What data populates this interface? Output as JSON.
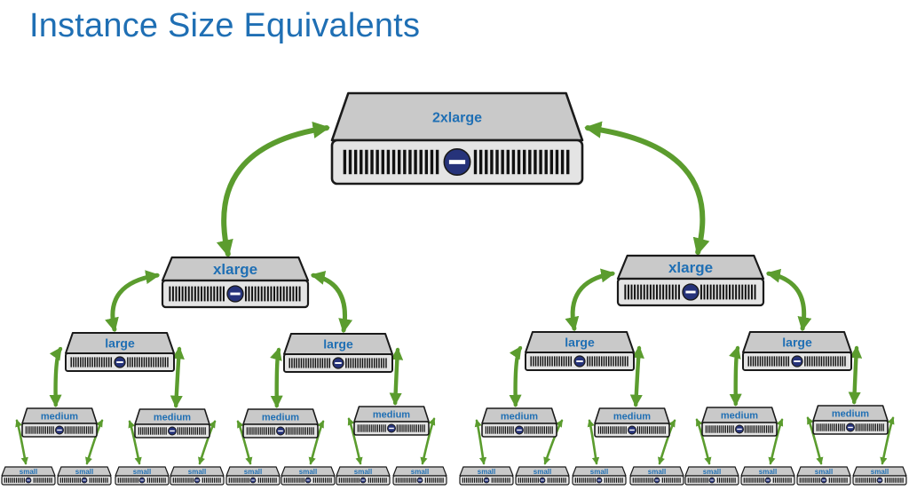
{
  "title": "Instance Size Equivalents",
  "colors": {
    "title": "#1f6fb4",
    "label": "#1f6fb4",
    "arrow": "#5b9c2e",
    "server_top": "#c9c9c9",
    "server_front": "#e4e4e4",
    "outline": "#1a1a1a"
  },
  "icons": [
    "server-icon",
    "double-arrow-icon",
    "power-button-icon"
  ],
  "tree": {
    "label": "2xlarge",
    "children": [
      {
        "label": "xlarge",
        "children": [
          {
            "label": "large",
            "children": [
              {
                "label": "medium",
                "children": [
                  {
                    "label": "small"
                  },
                  {
                    "label": "small"
                  }
                ]
              },
              {
                "label": "medium",
                "children": [
                  {
                    "label": "small"
                  },
                  {
                    "label": "small"
                  }
                ]
              }
            ]
          },
          {
            "label": "large",
            "children": [
              {
                "label": "medium",
                "children": [
                  {
                    "label": "small"
                  },
                  {
                    "label": "small"
                  }
                ]
              },
              {
                "label": "medium",
                "children": [
                  {
                    "label": "small"
                  },
                  {
                    "label": "small"
                  }
                ]
              }
            ]
          }
        ]
      },
      {
        "label": "xlarge",
        "children": [
          {
            "label": "large",
            "children": [
              {
                "label": "medium",
                "children": [
                  {
                    "label": "small"
                  },
                  {
                    "label": "small"
                  }
                ]
              },
              {
                "label": "medium",
                "children": [
                  {
                    "label": "small"
                  },
                  {
                    "label": "small"
                  }
                ]
              }
            ]
          },
          {
            "label": "large",
            "children": [
              {
                "label": "medium",
                "children": [
                  {
                    "label": "small"
                  },
                  {
                    "label": "small"
                  }
                ]
              },
              {
                "label": "medium",
                "children": [
                  {
                    "label": "small"
                  },
                  {
                    "label": "small"
                  }
                ]
              }
            ]
          }
        ]
      }
    ]
  }
}
